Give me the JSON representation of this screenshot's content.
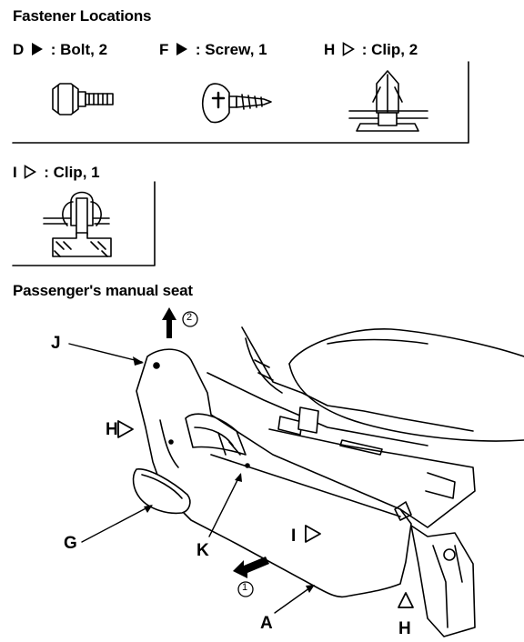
{
  "header": {
    "title": "Fastener Locations"
  },
  "fasteners": [
    {
      "letter": "D",
      "marker": "filled-triangle",
      "desc": ": Bolt, 2"
    },
    {
      "letter": "F",
      "marker": "filled-triangle",
      "desc": ": Screw, 1"
    },
    {
      "letter": "H",
      "marker": "outline-triangle",
      "desc": ": Clip, 2"
    },
    {
      "letter": "I",
      "marker": "outline-triangle",
      "desc": ": Clip, 1"
    }
  ],
  "section": {
    "title": "Passenger's manual seat"
  },
  "callouts": {
    "J": "J",
    "H_left": "H",
    "G": "G",
    "K": "K",
    "I": "I",
    "A": "A",
    "H_bottom": "H",
    "step2": "2",
    "step1": "1"
  }
}
